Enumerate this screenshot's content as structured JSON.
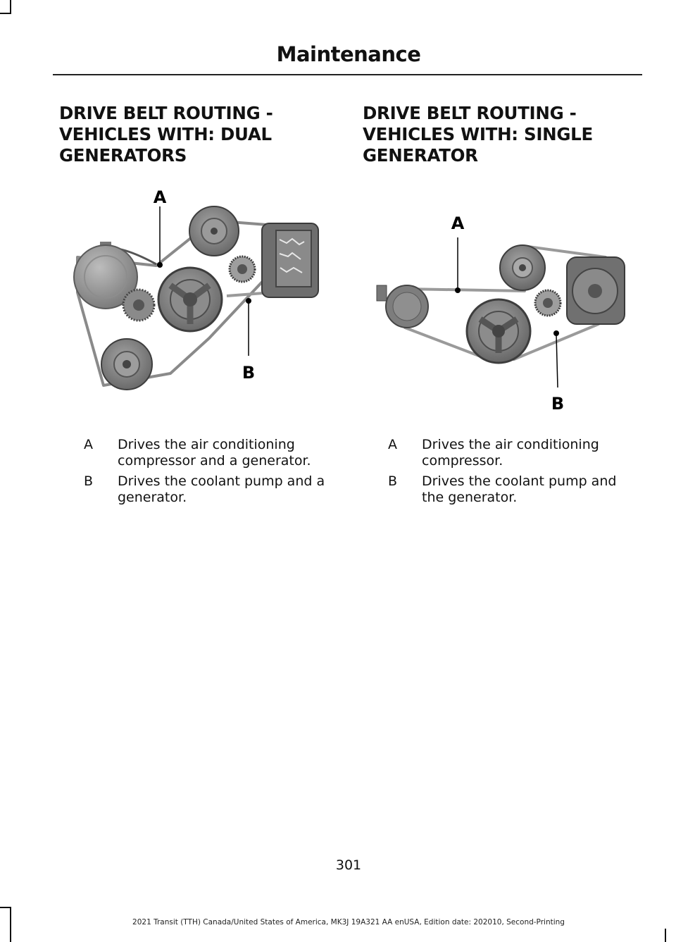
{
  "header": {
    "title": "Maintenance"
  },
  "left_section": {
    "heading_lines": [
      "DRIVE BELT ROUTING -",
      "VEHICLES WITH: DUAL",
      "GENERATORS"
    ],
    "callouts": {
      "a": "A",
      "b": "B"
    },
    "legend": [
      {
        "key": "A",
        "text": "Drives the air conditioning compressor and a generator."
      },
      {
        "key": "B",
        "text": "Drives the coolant pump and a generator."
      }
    ]
  },
  "right_section": {
    "heading_lines": [
      "DRIVE BELT ROUTING -",
      "VEHICLES WITH: SINGLE",
      "GENERATOR"
    ],
    "callouts": {
      "a": "A",
      "b": "B"
    },
    "legend": [
      {
        "key": "A",
        "text": "Drives the air conditioning compressor."
      },
      {
        "key": "B",
        "text": "Drives the coolant pump and the generator."
      }
    ]
  },
  "footer": {
    "page_number": "301",
    "text": "2021 Transit (TTH) Canada/United States of America, MK3J 19A321 AA enUSA, Edition date: 202010, Second-Printing"
  }
}
